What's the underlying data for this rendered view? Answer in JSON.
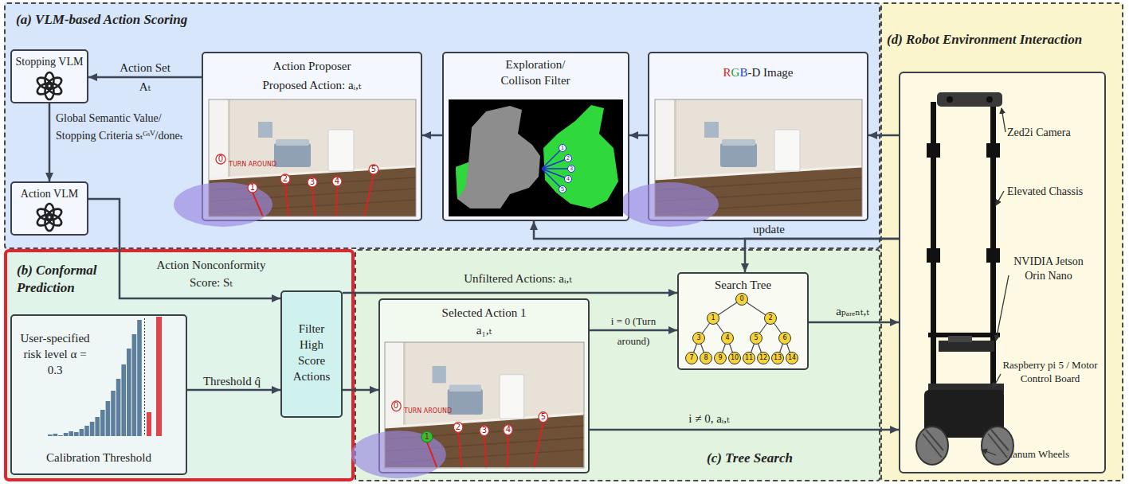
{
  "diagram": {
    "nodes": [
      {
        "text": [
          "(a) VLM-based Action Scoring"
        ]
      },
      {
        "text": [
          "Stopping VLM"
        ],
        "in": 0
      },
      {
        "text": [
          "Action VLM"
        ],
        "in": 0
      },
      {
        "text": [
          "Action Proposer",
          "Proposed Action: aᵢ,ₜ"
        ],
        "in": 0
      },
      {
        "text": [
          "Exploration/ Collison Filter"
        ],
        "in": 0
      },
      {
        "text": [
          "RGB-D Image"
        ],
        "in": 0
      },
      {
        "text": [
          "(d) Robot Environment Interaction"
        ]
      },
      {
        "text": [
          "Zed2i Camera",
          "Elevated Chassis",
          "NVIDIA Jetson Orin Nano",
          "Raspberry pi 5 / Motor Control Board",
          "Mecanum Wheels"
        ],
        "in": 6
      },
      {
        "text": [
          "(b) Conformal Prediction"
        ]
      },
      {
        "text": [
          "User-specified risk level α = 0.3",
          "Calibration Threshold"
        ],
        "in": 8
      },
      {
        "text": [
          "Filter High Score Actions"
        ],
        "in": 8
      },
      {
        "text": [
          "(c) Tree Search"
        ]
      },
      {
        "text": [
          "Selected Action 1",
          "a₁,ₜ"
        ],
        "in": 11
      },
      {
        "text": [
          "Search Tree"
        ],
        "in": 11
      }
    ],
    "edges": [
      {
        "from": 3,
        "to": 1,
        "arrow": "to",
        "label": "Action Set Aₜ"
      },
      {
        "from": 1,
        "to": 2,
        "arrow": "to",
        "label": "Global Semantic Value/ Stopping Criteria sₜᴳˢⱽ/doneₜ"
      },
      {
        "from": 4,
        "to": 3,
        "arrow": "to"
      },
      {
        "from": 5,
        "to": 4,
        "arrow": "to"
      },
      {
        "from": 7,
        "to": 5,
        "arrow": "to"
      },
      {
        "from": 7,
        "to": 4,
        "arrow": "to",
        "label": "update"
      },
      {
        "from": 7,
        "to": 13,
        "arrow": "to"
      },
      {
        "from": 2,
        "to": 10,
        "arrow": "to",
        "label": "Action Nonconformity Score: Sₜ"
      },
      {
        "from": 9,
        "to": 10,
        "arrow": "to",
        "label": "Threshold q̂"
      },
      {
        "from": 10,
        "to": 13,
        "arrow": "to",
        "label": "Unfiltered Actions: aᵢ,ₜ"
      },
      {
        "from": 10,
        "to": 12,
        "arrow": "to"
      },
      {
        "from": 12,
        "to": 13,
        "arrow": "to",
        "label": "i = 0 (Turn around)"
      },
      {
        "from": 12,
        "to": 7,
        "arrow": "to",
        "label": "i ≠ 0, aᵢ,ₜ"
      },
      {
        "from": 13,
        "to": 7,
        "arrow": "to",
        "label": "aₚₐᵣₑₙₜ,ₜ"
      }
    ],
    "labels": [
      "0",
      "TURN AROUND",
      "1",
      "2",
      "3",
      "4",
      "5",
      "1",
      "2",
      "3",
      "4",
      "5",
      "0",
      "TURN AROUND",
      "1",
      "2",
      "3",
      "4",
      "5",
      "0",
      "1",
      "2",
      "3",
      "4",
      "5",
      "6",
      "7",
      "8",
      "9",
      "10",
      "11",
      "12",
      "13",
      "14"
    ]
  }
}
